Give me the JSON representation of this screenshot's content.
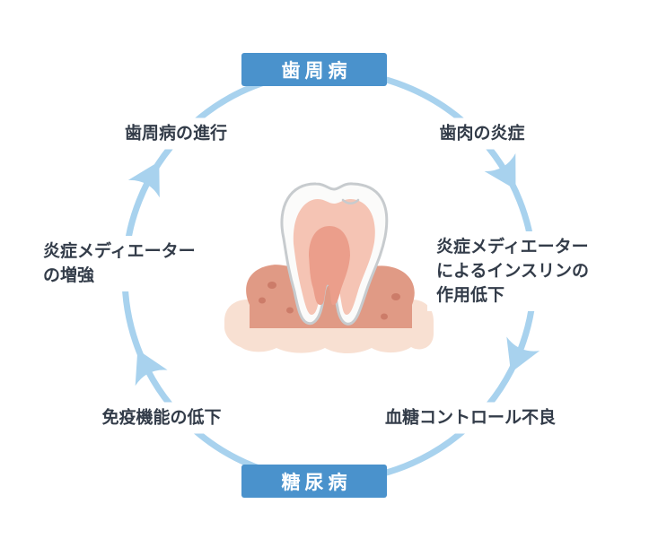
{
  "cycle": {
    "top_node": "歯周病",
    "bottom_node": "糖尿病",
    "steps": {
      "top_right": [
        "歯肉の炎症"
      ],
      "right": [
        "炎症メディエーター",
        "によるインスリンの",
        "作用低下"
      ],
      "bottom_right": [
        "血糖コントロール不良"
      ],
      "bottom_left": [
        "免疫機能の低下"
      ],
      "left": [
        "炎症メディエーター",
        "の増強"
      ],
      "top_left": [
        "歯周病の進行"
      ]
    },
    "direction": "clockwise",
    "arrow_count": 4
  },
  "illustration": {
    "name": "tooth-in-gum-cross-section",
    "parts": [
      "tooth-crown",
      "tooth-roots",
      "dentin-layer",
      "pulp",
      "gum",
      "jaw-base"
    ]
  },
  "colors": {
    "node_blue": "#4a92cc",
    "circle_blue": "#a8d2ee",
    "text_dark": "#333c49",
    "label_background": "#ffffff",
    "tooth_white": "#fbfbfa",
    "tooth_outline": "#c7cbce",
    "dentin_pink": "#f5c4b4",
    "pulp_salmon": "#eb9e8b",
    "gum_salmon": "#e09a85",
    "gum_spot": "#cc7c69",
    "jaw_base_pink": "#f8e0d2"
  }
}
